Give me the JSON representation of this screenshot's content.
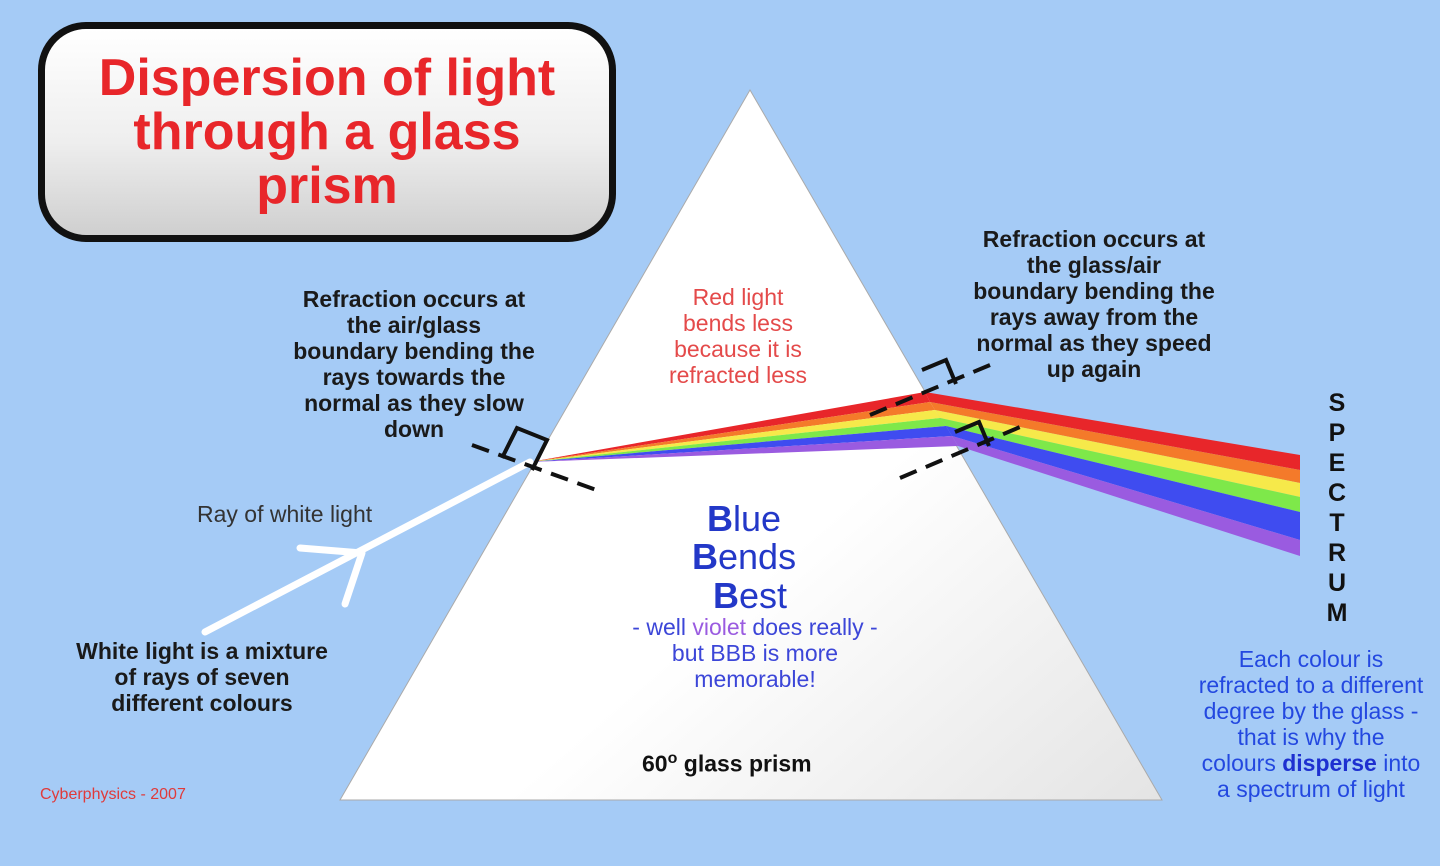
{
  "title": "Dispersion of light\nthrough a glass\nprism",
  "notes": {
    "air_glass": "Refraction occurs at\nthe air/glass\nboundary bending the\nrays towards the\nnormal as they slow\ndown",
    "glass_air": "Refraction occurs at\nthe glass/air\nboundary bending the\nrays away from the\nnormal as they speed\nup again",
    "red_light": "Red  light\nbends less\nbecause it is\nrefracted less",
    "white_light": "White light is a mixture\nof rays of seven\ndifferent colours",
    "ray_label": "Ray of white light",
    "bbb": {
      "line1_initial": "B",
      "line1_rest": "lue",
      "line2_initial": "B",
      "line2_rest": "ends",
      "line3_initial": "B",
      "line3_rest": "est"
    },
    "violet": {
      "part1": "- well ",
      "violet_word": "violet",
      "part2": " does really -\nbut BBB is more\nmemorable!"
    },
    "prism_label_num": "60",
    "prism_label_sup": "o",
    "prism_label_text": " glass prism",
    "each_colour": {
      "before": "Each colour is refracted to a different degree by the glass - that is why the colours ",
      "bold_word": "disperse",
      "after": " into a spectrum of light"
    },
    "credit": "Cyberphysics - 2007"
  },
  "spectrum_letters": [
    "S",
    "P",
    "E",
    "C",
    "T",
    "R",
    "U",
    "M"
  ],
  "colors": {
    "background": "#a5cbf6",
    "title": "#e8262a",
    "red_note": "#e44a4a",
    "blue_note": "#2338c8",
    "violet": "#9a5be0",
    "rainbow": [
      "#e8262a",
      "#f47a2a",
      "#f6e94a",
      "#7ee84a",
      "#3f4cf0",
      "#9a5be0"
    ]
  }
}
